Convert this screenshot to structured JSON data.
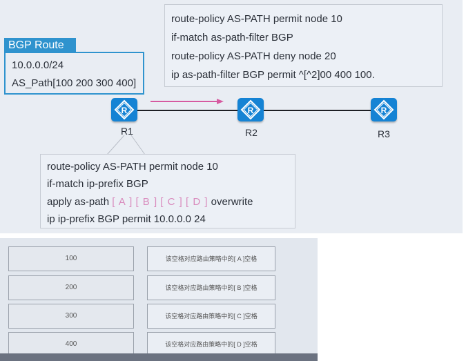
{
  "top_policy": {
    "lines": [
      "route-policy AS-PATH permit node 10",
      " if-match as-path-filter BGP",
      "route-policy AS-PATH deny node 20",
      "ip as-path-filter BGP permit ^[^2]00 400 100."
    ]
  },
  "bgp_route": {
    "title": "BGP Route",
    "prefix": "10.0.0.0/24",
    "as_path": "AS_Path[100 200 300 400]"
  },
  "routers": [
    {
      "label": "R1",
      "icon": "router-icon"
    },
    {
      "label": "R2",
      "icon": "router-icon"
    },
    {
      "label": "R3",
      "icon": "router-icon"
    }
  ],
  "bottom_policy": {
    "line1": "route-policy AS-PATH permit node 10",
    "line2": " if-match ip-prefix BGP",
    "line3_prefix": " apply as-path",
    "blanks": [
      "[ A ]",
      "[ B ]",
      "[ C ]",
      "[ D ]"
    ],
    "line3_suffix": "overwrite",
    "line4": "ip ip-prefix BGP permit 10.0.0.0 24"
  },
  "options": {
    "values": [
      "100",
      "200",
      "300",
      "400"
    ],
    "targets": [
      "该空格对应路由策略中的[ A ]空格",
      "该空格对应路由策略中的[ B ]空格",
      "该空格对应路由策略中的[ C ]空格",
      "该空格对应路由策略中的[ D ]空格"
    ]
  },
  "colors": {
    "router_blue": "#1583d4",
    "bgp_header_blue": "#2f93ce",
    "blank_pink": "#d98bbd",
    "arrow_pink": "#d65aa0"
  }
}
